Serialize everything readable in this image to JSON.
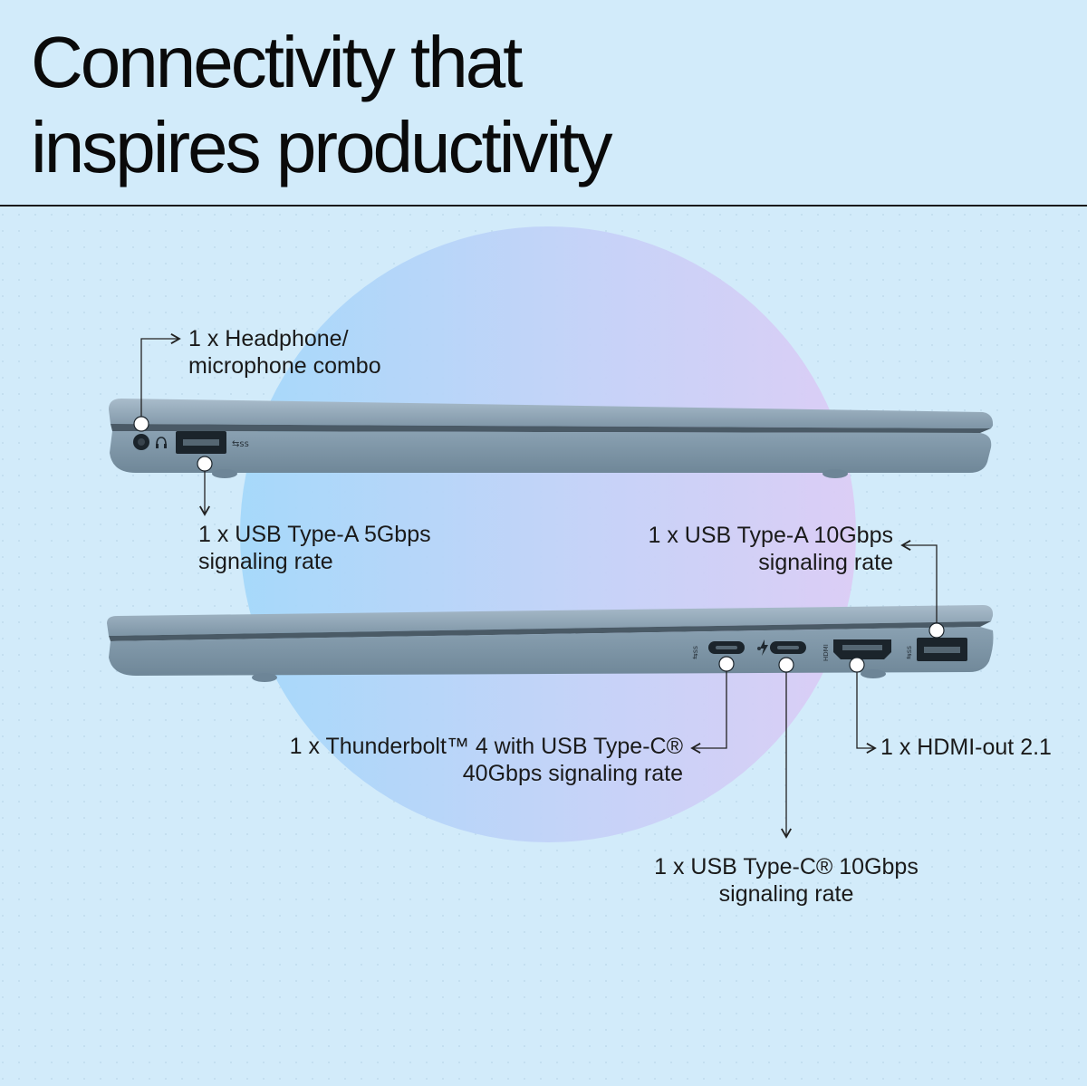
{
  "headline": {
    "line1": "Connectivity that",
    "line2": "inspires productivity"
  },
  "callouts": {
    "headphone": {
      "line1": "1 x Headphone/",
      "line2": "microphone combo"
    },
    "usb_a_5": {
      "line1": "1 x USB Type-A 5Gbps",
      "line2": "signaling rate"
    },
    "usb_a_10": {
      "line1": "1 x USB Type-A 10Gbps",
      "line2": "signaling rate"
    },
    "thunderbolt": {
      "line1": "1 x Thunderbolt™ 4 with USB Type-C®",
      "line2": "40Gbps signaling rate"
    },
    "hdmi": {
      "line1": "1 x HDMI-out 2.1"
    },
    "usb_c_10": {
      "line1": "1 x USB Type-C® 10Gbps",
      "line2": "signaling rate"
    }
  },
  "colors": {
    "background": "#d2ebfa",
    "laptop_body": "#7f97a8",
    "glow_blue": "#9fd3f8",
    "glow_violet": "#d8cdf6",
    "text": "#1a1a1a"
  },
  "icons": [
    "headphone-icon",
    "ss-usb-icon",
    "thunderbolt-icon",
    "hdmi-icon"
  ]
}
